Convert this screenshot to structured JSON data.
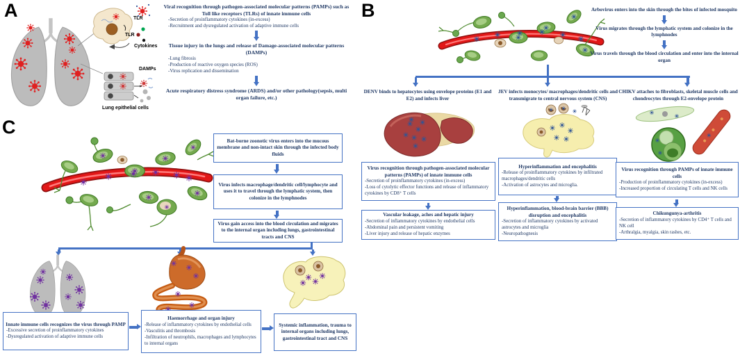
{
  "colors": {
    "accent_blue": "#4472C4",
    "text_navy": "#1F3864",
    "virus_red": "#E02020",
    "virus_purple": "#7030A0",
    "virus_blue": "#2F5496",
    "cell_green": "#74A94E",
    "lung_gray": "#BCBCBC",
    "liver_red": "#A8403F",
    "brain_yellow": "#F6EEAE",
    "gut_orange": "#C55A11"
  },
  "panelA": {
    "label": "A",
    "illustration": {
      "tlr_label_top": "TLR",
      "tlr_label_side": "TLR",
      "cytokines_label": "Cytokines",
      "damps_label": "DAMPs",
      "epithelial_label": "Lung epithelial cells"
    },
    "flow": [
      {
        "title": "Viral recognition through pathogen-associated molecular patterns (PAMPs) such as Toll like receptors (TLRs) of innate immune cells",
        "items": [
          "-Secretion of proinflammatory cytokines (in-excess)",
          "-Recruitment and dysregulated activation of adaptive immune cells"
        ]
      },
      {
        "title": "Tissue injury in the lungs and release of Damage-associated molecular patterns (DAMPs)",
        "items": [
          "-Lung fibrosis",
          "-Production of reactive oxygen species (ROS)",
          "-Virus replication and dissemination"
        ]
      },
      {
        "title": "Acute respiratory distress syndrome (ARDS) and/or other pathology(sepsis, multi organ failure, etc.)",
        "items": []
      }
    ]
  },
  "panelB": {
    "label": "B",
    "entry_steps": [
      "Arbovirus enters into the skin through the bites of infected mosquito",
      "Virus migrates through the lymphatic system and colonize in the lymphnodes",
      "Virus travels through the blood circulation and enter into the internal organ"
    ],
    "branches": [
      {
        "header": "DENV binds to hepatocytes using envelope proteins (E1 and E2) and infects liver",
        "box1": {
          "title": "Virus recognition through pathogen-associated molecular patterns (PAMPs) of innate immune cells",
          "items": [
            "-Secretion of proinflammatory cytokines (in-excess)",
            "-Loss of cytolytic effector functions and release of inflammatory cytokines by CD8⁺ T cells"
          ]
        },
        "box2": {
          "title": "Vascular leakage, aches and hepatic injury",
          "items": [
            "-Secretion of inflammatory cytokines by endothelial cells",
            "-Abdominal pain and persistent vomiting",
            "-Liver injury and release of hepatic enzymes"
          ]
        }
      },
      {
        "header": "JEV infects monocytes/ macrophages/dendritic cells and transmigrate to central nervous system (CNS)",
        "box1": {
          "title": "Hyperinflammation and encephalitis",
          "items": [
            "-Release of proinflammatory cytokines by infiltrated macrophages/dendritic cells",
            "-Activation of astrocytes and microglia."
          ]
        },
        "box2": {
          "title": "Hyperinflammation, blood-brain barrier (BBB) disruption and encephalitis",
          "items": [
            "-Secretion of inflammatory cytokines by activated astrocytes and microglia",
            "-Neuropathognesis"
          ]
        }
      },
      {
        "header": "CHIKV attaches to fibroblasts, skeletal muscle cells and chondrocytes through E2-envelope protein",
        "box1": {
          "title": "Virus recognition through PAMPs of innate immune cells",
          "items": [
            "-Production of proinflammatory cytokines (in-excess)",
            "-Increased proportion of circulating T cells and NK cells"
          ]
        },
        "box2": {
          "title": "Chikungunya-arthritis",
          "items": [
            "-Secretion of inflammatory cytokines by CD4⁺ T cells and NK cell",
            "-Arthralgia, myalgia, skin rashes, etc."
          ]
        }
      }
    ]
  },
  "panelC": {
    "label": "C",
    "steps": [
      "Bat-borne zoonotic virus enters into the mucous membrane and non-intact skin through the infected body fluids",
      "Virus infects macrophage/dendritic cell/lymphocyte and uses it to travel through the lymphatic system, then colonize in the lymphnodes",
      "Virus gain access into the blood circulation and migrates to the internal organ including lungs, gastrointestinal tracts and CNS"
    ],
    "outcomes": [
      {
        "title": "Innate immune cells recognizes the virus through PAMP",
        "items": [
          "-Excessive secretion of proinflammatory cytokines",
          "-Dysregulated activation of adaptive immune cells"
        ]
      },
      {
        "title": "Haemorrhage and organ injury",
        "items": [
          "-Release of inflammatory cytokines by endothelial cells",
          "-Vasculitis and thrombosis",
          "-Infiltration of neutrophils, macrophages and lymphocytes to internal organs"
        ]
      },
      {
        "title": "Systemic inflammation, trauma to internal organs including lungs, gastrointestinal tract and CNS",
        "items": []
      }
    ]
  }
}
